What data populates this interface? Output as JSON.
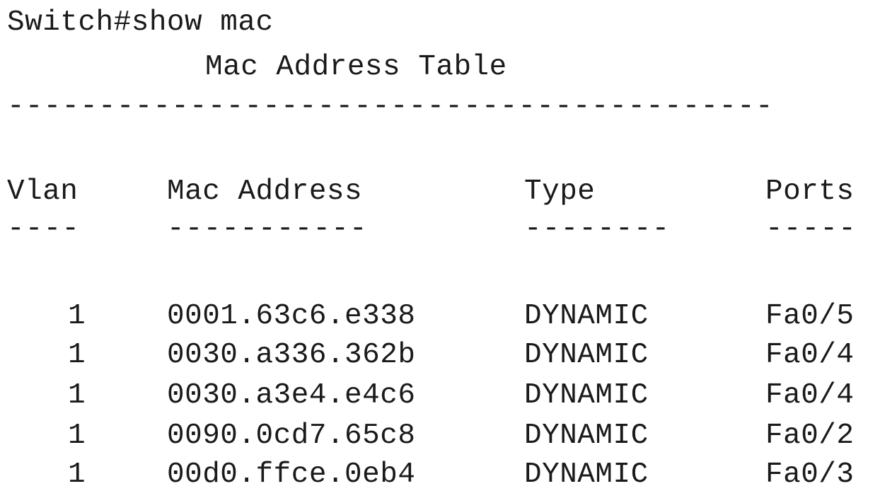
{
  "terminal": {
    "prompt": "Switch#show mac",
    "title": "Mac Address Table",
    "separator": "------------------------------------------",
    "columns": {
      "vlan": "Vlan",
      "mac": "Mac Address",
      "type": "Type",
      "ports": "Ports"
    },
    "column_rules": {
      "vlan": "----",
      "mac": "-----------",
      "type": "--------",
      "ports": "-----"
    },
    "rows": [
      {
        "vlan": "1",
        "mac": "0001.63c6.e338",
        "type": "DYNAMIC",
        "ports": "Fa0/5"
      },
      {
        "vlan": "1",
        "mac": "0030.a336.362b",
        "type": "DYNAMIC",
        "ports": "Fa0/4"
      },
      {
        "vlan": "1",
        "mac": "0030.a3e4.e4c6",
        "type": "DYNAMIC",
        "ports": "Fa0/4"
      },
      {
        "vlan": "1",
        "mac": "0090.0cd7.65c8",
        "type": "DYNAMIC",
        "ports": "Fa0/2"
      },
      {
        "vlan": "1",
        "mac": "00d0.ffce.0eb4",
        "type": "DYNAMIC",
        "ports": "Fa0/3"
      }
    ]
  }
}
